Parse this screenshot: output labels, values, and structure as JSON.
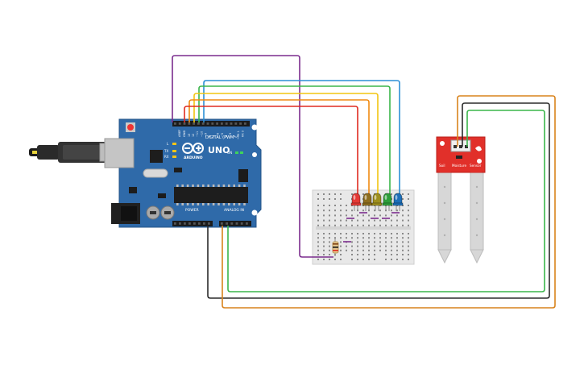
{
  "arduino": {
    "brand": "ARDUINO",
    "model": "UNO",
    "digital_header_label": "DIGITAL (PWM~)",
    "power_label": "POWER",
    "analog_label": "ANALOG IN",
    "aref_label": "AREF",
    "gnd_label": "GND",
    "pin_labels": [
      "13",
      "12",
      "~11",
      "~10",
      "~9",
      "8",
      "7",
      "~6",
      "~5",
      "4",
      "~3",
      "2",
      "TX 1",
      "RX 0"
    ],
    "led_labels": [
      "L",
      "TX",
      "RX"
    ],
    "on_label": "ON"
  },
  "sensor": {
    "label_left": "Soil",
    "label_mid": "Moisture",
    "label_right": "Sensor"
  },
  "leds": [
    {
      "color": "#e53935"
    },
    {
      "color": "#8d6e1f"
    },
    {
      "color": "#9e8f1f"
    },
    {
      "color": "#2e9e3a"
    },
    {
      "color": "#1e6fb8"
    }
  ],
  "wire_colors": {
    "purple": "#7b2d8e",
    "blue": "#2c8fd6",
    "green": "#3ab54a",
    "yellow": "#f2c511",
    "orange": "#f08a12",
    "red": "#e02b20",
    "black": "#2b2b2b",
    "brown_orange": "#d9831c"
  },
  "board_colors": {
    "arduino": "#2f6aa9",
    "breadboard": "#e8e8e8",
    "sensor": "#e1302a",
    "probe": "#d7d7d7"
  }
}
